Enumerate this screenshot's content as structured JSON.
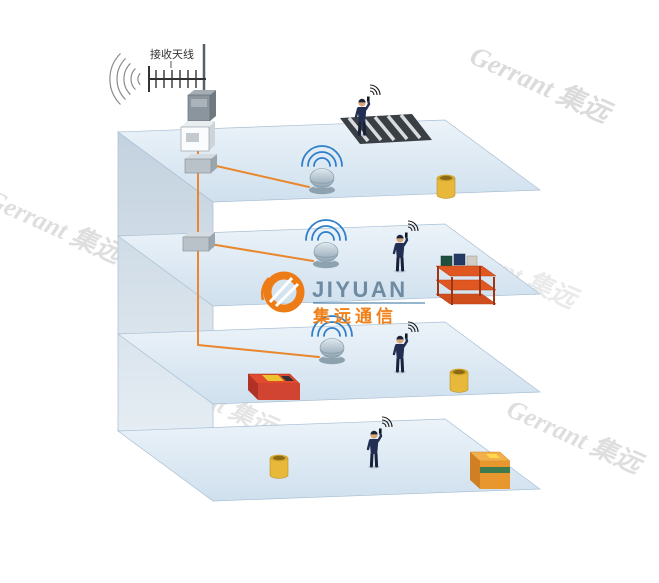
{
  "scene": {
    "background": "#ffffff",
    "watermark": {
      "text": "Gerrant 集远",
      "color": "#c4c4c4"
    },
    "antenna": {
      "label": "接收天线"
    },
    "logo": {
      "name": "JIYUAN",
      "subtitle": "集远通信"
    },
    "colors": {
      "cable_orange": "#e8872e",
      "floor_blue": "#dce9f4",
      "wall_gray": "#c6d4e0",
      "signal_blue": "#2f7fca",
      "logo_orange": "#ee7c16",
      "logo_text_blue": "#6f8ba1",
      "bin_yellow": "#e7b83a",
      "shelf_red": "#e05722",
      "machine_red": "#d24432",
      "cabinet_orange": "#e8962e"
    },
    "elements": [
      "receiving-antenna",
      "signal-arcs",
      "amplifier-box",
      "junction-box",
      "distribution-box",
      "ceiling-antenna",
      "person-with-radio",
      "crosswalk-mat",
      "trash-bin",
      "storage-shelf",
      "control-machine",
      "storage-cabinet"
    ]
  }
}
